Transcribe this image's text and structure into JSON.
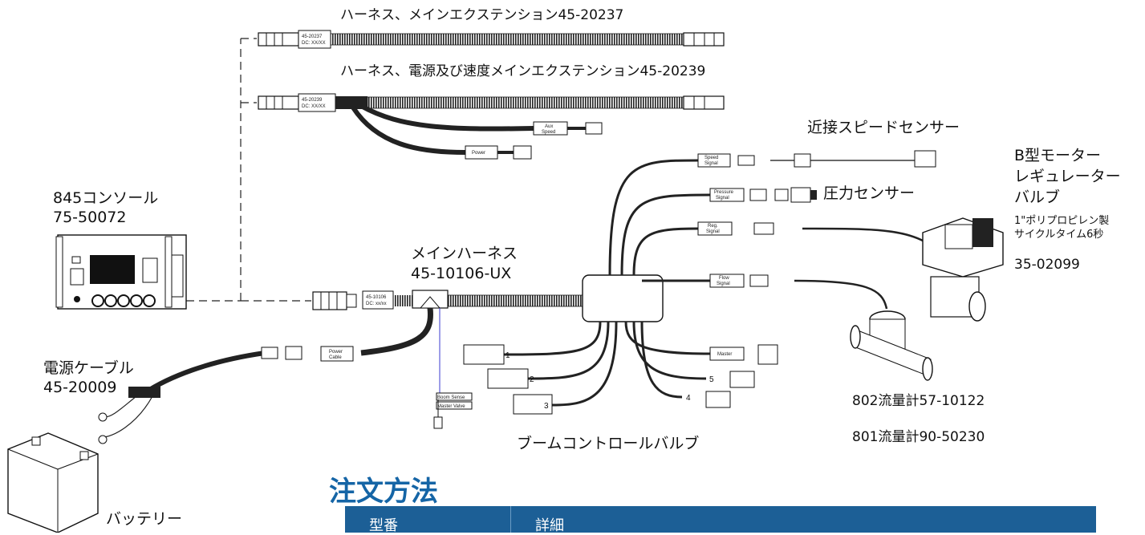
{
  "labels": {
    "main_ext_title": "ハーネス、メインエクステンション45-20237",
    "power_speed_title": "ハーネス、電源及び速度メインエクステンション45-20239",
    "console_name": "845コンソール",
    "console_pn": "75-50072",
    "main_harness_name": "メインハーネス",
    "main_harness_pn": "45-10106-UX",
    "power_cable_name": "電源ケーブル",
    "power_cable_pn": "45-20009",
    "battery": "バッテリー",
    "proximity_sensor": "近接スピードセンサー",
    "pressure_sensor": "圧力センサー",
    "reg_valve_1": "B型モーター",
    "reg_valve_2": "レギュレーター",
    "reg_valve_3": "バルブ",
    "reg_valve_spec_1": "1\"ポリプロピレン製",
    "reg_valve_spec_2": "サイクルタイム6秒",
    "reg_valve_pn": "35-02099",
    "flowmeter_802": "802流量計57-10122",
    "flowmeter_801": "801流量計90-50230",
    "boom_valves": "ブームコントロールバルブ"
  },
  "tags": {
    "ext1_pn": "45-20237",
    "ext1_dc": "DC: XX/XX",
    "ext2_pn": "45-20239",
    "ext2_dc": "DC: XX/XX",
    "aux_speed_1": "Aux",
    "aux_speed_2": "Speed",
    "power": "Power",
    "main_pn": "45-10106",
    "main_dc": "DC: xx/xx",
    "power_cable_1": "Power",
    "power_cable_2": "Cable",
    "speed_signal_1": "Speed",
    "speed_signal_2": "Signal",
    "pressure_signal_1": "Pressure",
    "pressure_signal_2": "Signal",
    "reg_signal_1": "Reg.",
    "reg_signal_2": "Signal",
    "flow_signal_1": "Flow",
    "flow_signal_2": "Signal",
    "boom_sense": "Boom Sense",
    "master_valve": "Master Valve",
    "master": "Master",
    "sec1": "1",
    "sec2": "2",
    "sec3": "3",
    "sec4": "4",
    "sec5": "5"
  },
  "order_section": {
    "heading": "注文方法",
    "col_model": "型番",
    "col_detail": "詳細"
  }
}
